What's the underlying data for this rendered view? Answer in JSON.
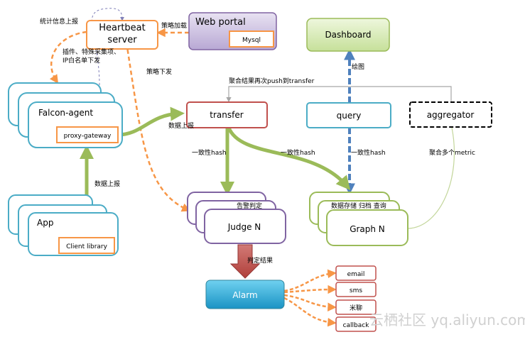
{
  "nodes": {
    "heartbeat_server": "Heartbeat\nserver",
    "web_portal": "Web portal",
    "mysql": "Mysql",
    "dashboard": "Dashboard",
    "falcon_agent": "Falcon-agent",
    "proxy_gateway": "proxy-gateway",
    "transfer": "transfer",
    "query": "query",
    "aggregator": "aggregator",
    "app": "App",
    "client_library": "Client library",
    "judge_n": "Judge N",
    "graph_n": "Graph N",
    "alarm": "Alarm",
    "email": "email",
    "sms": "sms",
    "mi_liao": "米聊",
    "callback": "callback"
  },
  "labels": {
    "stats_report": "统计信息上报",
    "strategy_load": "策略加载",
    "plugin_dispatch": "插件、特殊采集项、\nIP白名单下发",
    "strategy_dispatch": "策略下发",
    "aggregate_push": "聚合结果再次push到transfer",
    "plot": "绘图",
    "data_report_agent": "数据上报",
    "data_report_app": "数据上报",
    "hash_judge": "一致性hash",
    "hash_graph": "一致性hash",
    "hash_query": "一致性hash",
    "aggregate_metrics": "聚合多个metric",
    "alarm_judge": "告警判定",
    "data_store": "数据存储 归档 查询",
    "judge_result": "判定结果"
  },
  "watermark": "云栖社区 yq.aliyun.com",
  "colors": {
    "orange": "#f79646",
    "orange_dark": "#e46c0a",
    "teal": "#4bacc6",
    "purple": "#8064a2",
    "green": "#9bbb59",
    "red": "#c0504d",
    "blue_dash": "#4f81bd",
    "gray_line": "#a6a6a6"
  }
}
